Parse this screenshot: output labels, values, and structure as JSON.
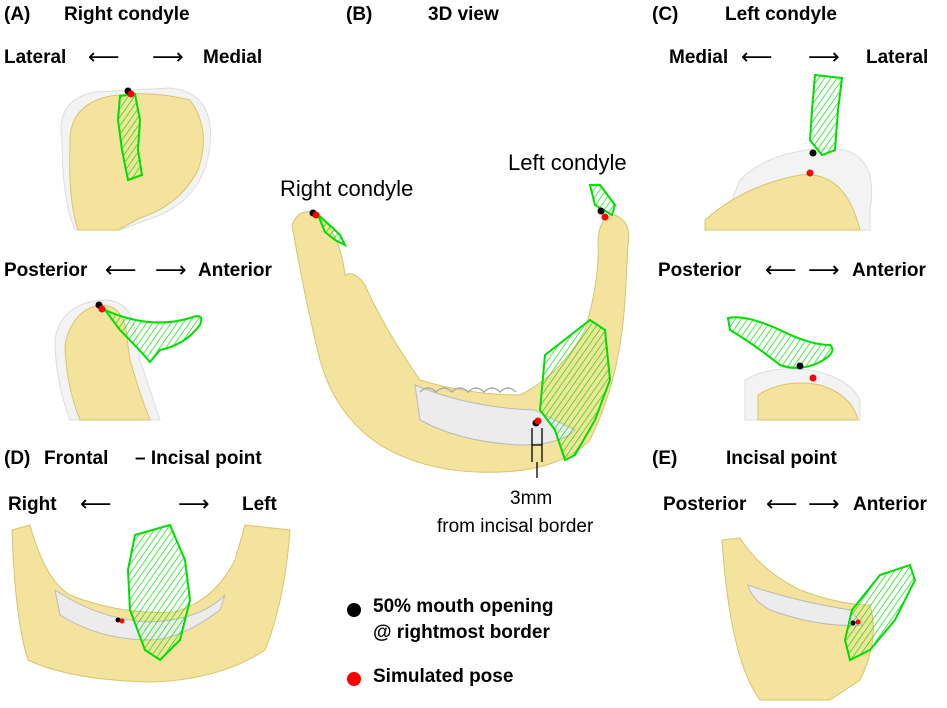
{
  "panels": {
    "a": {
      "label": "(A)",
      "title": "Right condyle",
      "top_dirs": {
        "left": "Lateral",
        "right": "Medial"
      },
      "bottom_dirs": {
        "left": "Posterior",
        "right": "Anterior"
      }
    },
    "b": {
      "label": "(B)",
      "title": "3D view",
      "right_condyle": "Right condyle",
      "left_condyle": "Left condyle",
      "measure": "3mm",
      "measure_note": "from incisal border"
    },
    "c": {
      "label": "(C)",
      "title": "Left condyle",
      "top_dirs": {
        "left": "Medial",
        "right": "Lateral"
      },
      "bottom_dirs": {
        "left": "Posterior",
        "right": "Anterior"
      }
    },
    "d": {
      "label": "(D)",
      "title": "Frontal",
      "subtitle": "– Incisal point",
      "dirs": {
        "left": "Right",
        "right": "Left"
      }
    },
    "e": {
      "label": "(E)",
      "title": "Incisal point",
      "dirs": {
        "left": "Posterior",
        "right": "Anterior"
      }
    }
  },
  "arrows": {
    "left": "⟵",
    "right": "⟶"
  },
  "legend": {
    "items": [
      {
        "label": "50% mouth opening",
        "label2": "@ rightmost border",
        "color": "#000000"
      },
      {
        "label": "Simulated pose",
        "color": "#ff0000"
      }
    ]
  },
  "colors": {
    "bone": "#f3e39c",
    "bone_edge": "#d9c46f",
    "trace": "#00ee00",
    "tooth": "#ececec"
  }
}
